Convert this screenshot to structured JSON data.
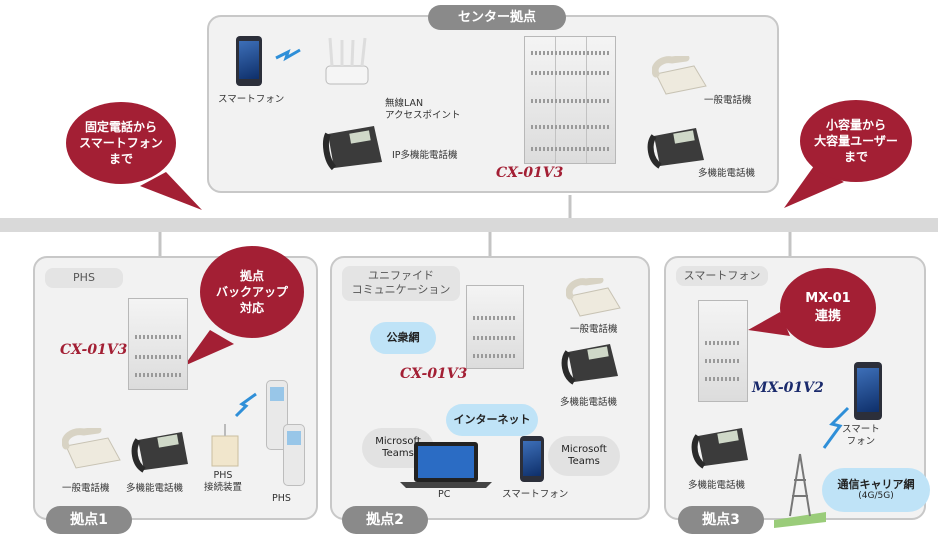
{
  "center": {
    "title": "センター拠点",
    "devices": {
      "smartphone": "スマートフォン",
      "wlan_ap": [
        "無線LAN",
        "アクセスポイント"
      ],
      "ip_phone": "IP多機能電話機",
      "general_phone": "一般電話機",
      "multi_phone": "多機能電話機"
    },
    "model": "CX-01V3"
  },
  "callouts": {
    "left": [
      "固定電話から",
      "スマートフォン",
      "まで"
    ],
    "right": [
      "小容量から",
      "大容量ユーザー",
      "まで"
    ],
    "base1": [
      "拠点",
      "バックアップ",
      "対応"
    ],
    "base3": [
      "MX-01",
      "連携"
    ]
  },
  "base1": {
    "title": "拠点1",
    "tag": "PHS",
    "model": "CX-01V3",
    "devices": {
      "general_phone": "一般電話機",
      "multi_phone": "多機能電話機",
      "phs_conn": [
        "PHS",
        "接続装置"
      ],
      "phs": "PHS"
    }
  },
  "base2": {
    "title": "拠点2",
    "tag": [
      "ユニファイド",
      "コミュニケーション"
    ],
    "model": "CX-01V3",
    "public_network": "公衆網",
    "internet": "インターネット",
    "teams_left": [
      "Microsoft",
      "Teams"
    ],
    "teams_right": [
      "Microsoft",
      "Teams"
    ],
    "devices": {
      "general_phone": "一般電話機",
      "multi_phone": "多機能電話機",
      "pc": "PC",
      "smartphone": "スマートフォン"
    }
  },
  "base3": {
    "title": "拠点3",
    "tag": "スマートフォン",
    "model": "MX-01V2",
    "carrier": [
      "通信キャリア網",
      "(4G/5G)"
    ],
    "devices": {
      "smartphone": [
        "スマート",
        "フォン"
      ],
      "multi_phone": "多機能電話機"
    }
  },
  "colors": {
    "accent": "#a31f34",
    "model_blue": "#1a2a6c",
    "cloud_blue": "#bfe3f7"
  }
}
